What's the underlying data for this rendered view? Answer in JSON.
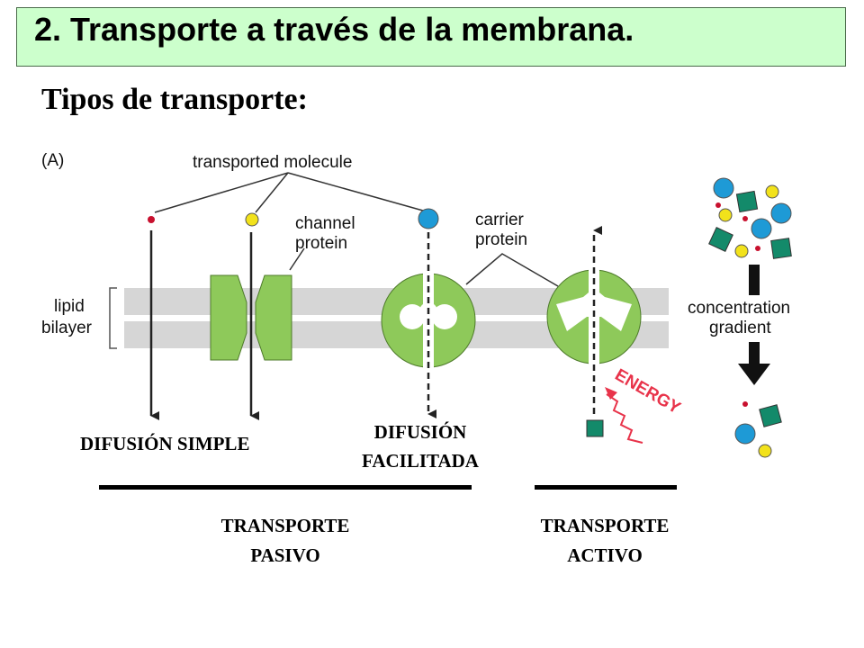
{
  "header": {
    "title": "2. Transporte a través de la membrana.",
    "subtitle": "Tipos de transporte:"
  },
  "figure": {
    "panel_label": "(A)",
    "transported_molecule": "transported molecule",
    "channel_protein": [
      "channel",
      "protein"
    ],
    "carrier_protein": [
      "carrier",
      "protein"
    ],
    "lipid_bilayer": [
      "lipid",
      "bilayer"
    ],
    "concentration_gradient": [
      "concentration",
      "gradient"
    ],
    "energy": "ENERGY"
  },
  "labels": {
    "difusion_simple": "DIFUSIÓN SIMPLE",
    "difusion_facilitada": [
      "DIFUSIÓN",
      "FACILITADA"
    ],
    "transporte_pasivo": [
      "TRANSPORTE",
      "PASIVO"
    ],
    "transporte_activo": [
      "TRANSPORTE",
      "ACTIVO"
    ]
  },
  "colors": {
    "title_bg": "#ccffcc",
    "membrane": "#d6d6d6",
    "protein": "#8ec95a",
    "small_molecule": "#c8102e",
    "yellow_molecule": "#f2e21b",
    "blue_molecule": "#1e9ad6",
    "square_molecule": "#138a6a",
    "energy": "#e8334a"
  }
}
